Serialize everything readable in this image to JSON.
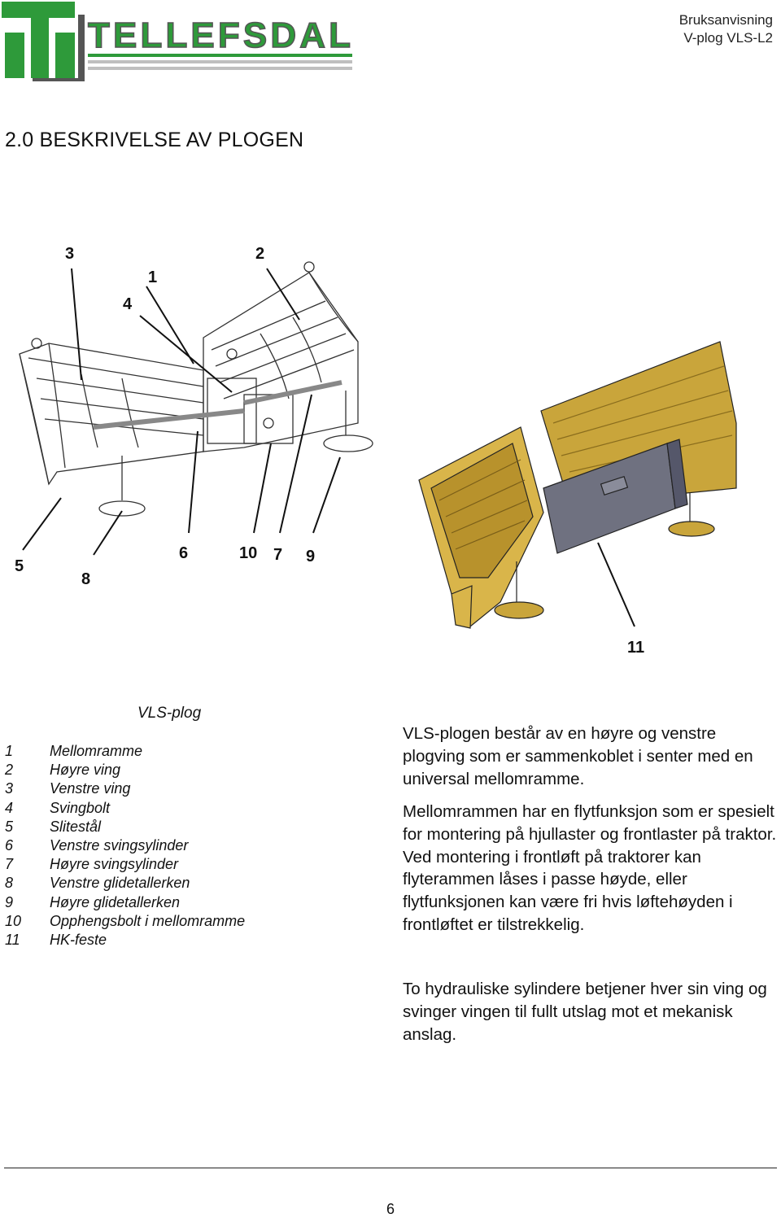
{
  "logo": {
    "brand": "TELLEFSDAL",
    "mark": "T"
  },
  "header": {
    "line1": "Bruksanvisning",
    "line2": "V-plog VLS-L2"
  },
  "section_title": "2.0  BESKRIVELSE AV PLOGEN",
  "figure": {
    "callouts": {
      "c1": "1",
      "c2": "2",
      "c3": "3",
      "c4": "4",
      "c5": "5",
      "c6": "6",
      "c7": "7",
      "c8": "8",
      "c9": "9",
      "c10": "10",
      "c11": "11"
    },
    "colors": {
      "plow_yellow": "#c9a53b",
      "frame_grey": "#6f7180",
      "line_art": "#333333"
    }
  },
  "caption": "VLS-plog",
  "legend": [
    {
      "num": "1",
      "label": "Mellomramme"
    },
    {
      "num": "2",
      "label": "Høyre ving"
    },
    {
      "num": "3",
      "label": "Venstre ving"
    },
    {
      "num": "4",
      "label": "Svingbolt"
    },
    {
      "num": "5",
      "label": "Slitestål"
    },
    {
      "num": "6",
      "label": "Venstre svingsylinder"
    },
    {
      "num": "7",
      "label": "Høyre svingsylinder"
    },
    {
      "num": "8",
      "label": "Venstre glidetallerken"
    },
    {
      "num": "9",
      "label": "Høyre glidetallerken"
    },
    {
      "num": "10",
      "label": "Opphengsbolt i mellomramme"
    },
    {
      "num": "11",
      "label": "HK-feste"
    }
  ],
  "description": {
    "p1": "VLS-plogen består av en høyre og venstre plogving som er sammenkoblet i senter med en universal mellomramme.",
    "p2": "Mellomrammen har en flytfunksjon som er spesielt for montering på hjullaster og frontlaster på traktor. Ved montering i frontløft på traktorer kan flyterammen låses i passe høyde, eller flytfunksjonen kan være fri hvis løftehøyden i frontløftet er tilstrekkelig.",
    "p3": "To hydrauliske sylindere betjener hver sin ving og svinger vingen til fullt utslag mot et mekanisk anslag."
  },
  "footer": {
    "page_number": "6"
  }
}
